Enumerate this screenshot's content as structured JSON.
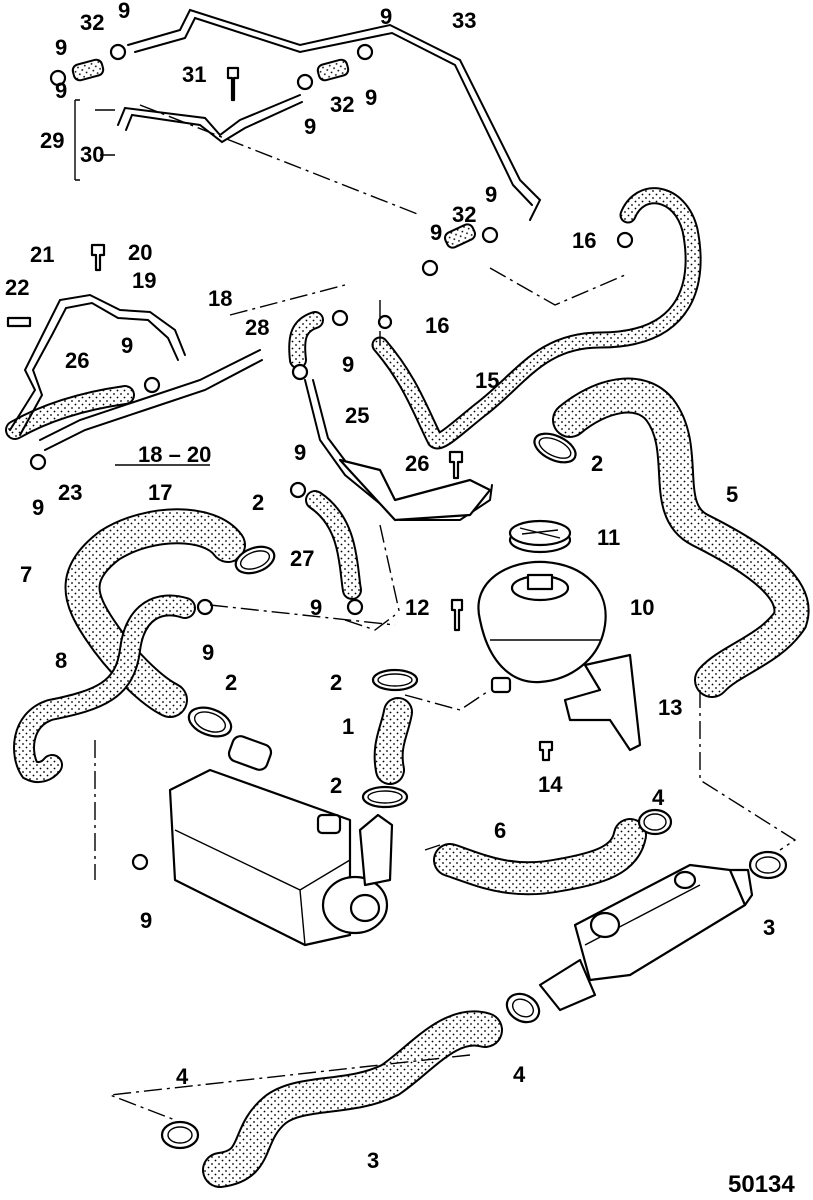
{
  "diagram": {
    "figure_number": "50134",
    "callouts": [
      {
        "id": "c32a",
        "label": "32"
      },
      {
        "id": "c9a",
        "label": "9"
      },
      {
        "id": "c9b",
        "label": "9"
      },
      {
        "id": "c33",
        "label": "33"
      },
      {
        "id": "c31",
        "label": "31"
      },
      {
        "id": "c32b",
        "label": "32"
      },
      {
        "id": "c9c",
        "label": "9"
      },
      {
        "id": "c9d",
        "label": "9"
      },
      {
        "id": "c29",
        "label": "29"
      },
      {
        "id": "c30",
        "label": "30"
      },
      {
        "id": "c9e",
        "label": "9"
      },
      {
        "id": "c32c",
        "label": "32"
      },
      {
        "id": "c9f",
        "label": "9"
      },
      {
        "id": "c16a",
        "label": "16"
      },
      {
        "id": "c21",
        "label": "21"
      },
      {
        "id": "c20",
        "label": "20"
      },
      {
        "id": "c19",
        "label": "19"
      },
      {
        "id": "c22",
        "label": "22"
      },
      {
        "id": "c18",
        "label": "18"
      },
      {
        "id": "c28",
        "label": "28"
      },
      {
        "id": "c16b",
        "label": "16"
      },
      {
        "id": "c9g",
        "label": "9"
      },
      {
        "id": "c26a",
        "label": "26"
      },
      {
        "id": "c9h",
        "label": "9"
      },
      {
        "id": "c15",
        "label": "15"
      },
      {
        "id": "c25",
        "label": "25"
      },
      {
        "id": "c26b",
        "label": "26"
      },
      {
        "id": "c2a",
        "label": "2"
      },
      {
        "id": "c5",
        "label": "5"
      },
      {
        "id": "c23",
        "label": "23"
      },
      {
        "id": "c1820",
        "label": "18 – 20"
      },
      {
        "id": "c17",
        "label": "17"
      },
      {
        "id": "c9i",
        "label": "9"
      },
      {
        "id": "c9j",
        "label": "9"
      },
      {
        "id": "c2b",
        "label": "2"
      },
      {
        "id": "c11",
        "label": "11"
      },
      {
        "id": "c7",
        "label": "7"
      },
      {
        "id": "c27",
        "label": "27"
      },
      {
        "id": "c9k",
        "label": "9"
      },
      {
        "id": "c12",
        "label": "12"
      },
      {
        "id": "c10",
        "label": "10"
      },
      {
        "id": "c9l",
        "label": "9"
      },
      {
        "id": "c8",
        "label": "8"
      },
      {
        "id": "c2c",
        "label": "2"
      },
      {
        "id": "c2d",
        "label": "2"
      },
      {
        "id": "c13",
        "label": "13"
      },
      {
        "id": "c1",
        "label": "1"
      },
      {
        "id": "c14",
        "label": "14"
      },
      {
        "id": "c2e",
        "label": "2"
      },
      {
        "id": "c4a",
        "label": "4"
      },
      {
        "id": "c6",
        "label": "6"
      },
      {
        "id": "c9m",
        "label": "9"
      },
      {
        "id": "c3a",
        "label": "3"
      },
      {
        "id": "c4b",
        "label": "4"
      },
      {
        "id": "c4c",
        "label": "4"
      },
      {
        "id": "c3b",
        "label": "3"
      },
      {
        "id": "c9n",
        "label": "9"
      },
      {
        "id": "c9o",
        "label": "9"
      }
    ]
  }
}
